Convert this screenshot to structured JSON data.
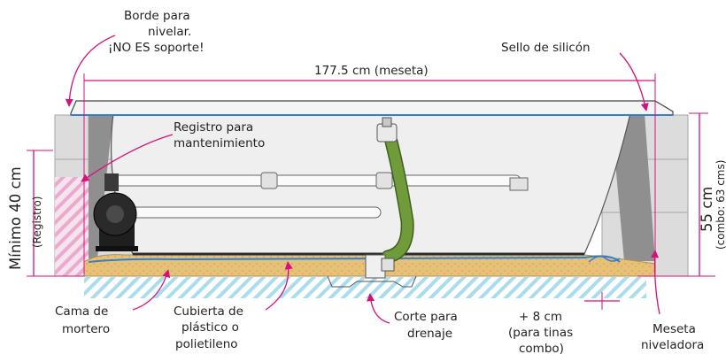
{
  "colors": {
    "accent": "#d6107a",
    "water_blue": "#2f7fd4",
    "mortar": "#e6c177",
    "hose_green": "#6f9b3a",
    "tile": "#dcdcdc",
    "hatch": "#a9dcee"
  },
  "labels": {
    "borde_line1": "Borde para",
    "borde_line2": "nivelar.",
    "borde_line3": "¡NO ES soporte!",
    "sello": "Sello de silicón",
    "meseta_width": "177.5 cm (meseta)",
    "registro_line1": "Registro para",
    "registro_line2": "mantenimiento",
    "minimo": "Mínimo 40 cm",
    "registro_paren": "(Registro)",
    "height_55": "55 cm",
    "combo_63": "(combo: 63 cms)",
    "cama_line1": "Cama de",
    "cama_line2": "mortero",
    "cubierta_line1": "Cubierta de",
    "cubierta_line2": "plástico o",
    "cubierta_line3": "polietileno",
    "corte_line1": "Corte para",
    "corte_line2": "drenaje",
    "plus8_line1": "+ 8 cm",
    "plus8_line2": "(para tinas",
    "plus8_line3": "combo)",
    "meseta_line1": "Meseta",
    "meseta_line2": "niveladora"
  }
}
